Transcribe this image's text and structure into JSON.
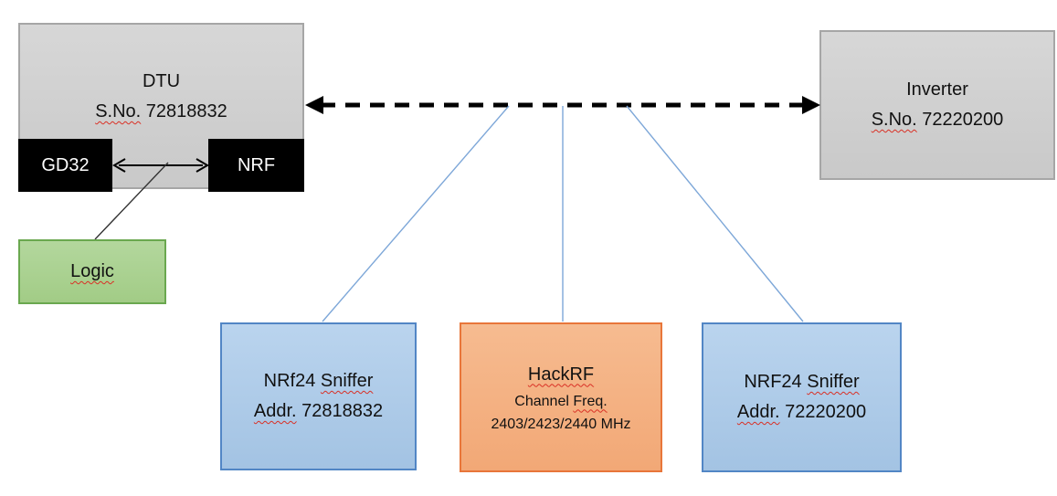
{
  "diagram": {
    "dtu": {
      "name": "DTU",
      "serial_label": "S.No.",
      "serial_value": "72818832"
    },
    "gd32": {
      "label": "GD32"
    },
    "nrf": {
      "label": "NRF"
    },
    "logic": {
      "label": "Logic"
    },
    "inverter": {
      "name": "Inverter",
      "serial_label": "S.No.",
      "serial_value": "72220200"
    },
    "sniffer_left": {
      "title_model": "NRf24",
      "title_word": "Sniffer",
      "addr_label": "Addr.",
      "addr_value": "72818832"
    },
    "hackrf": {
      "title": "HackRF",
      "channel_label": "Channel",
      "freq_label": "Freq.",
      "frequencies": "2403/2423/2440 MHz"
    },
    "sniffer_right": {
      "title_model": "NRF24",
      "title_word": "Sniffer",
      "addr_label": "Addr.",
      "addr_value": "72220200"
    },
    "colors": {
      "gray_fill": "#cecece",
      "gray_border": "#a6a6a6",
      "black_fill": "#000000",
      "green_fill": "#a9d18e",
      "green_border": "#6aa84f",
      "blue_fill": "#aecbea",
      "blue_border": "#5286c5",
      "orange_fill": "#f4b183",
      "orange_border": "#e8763a",
      "connector_blue": "#7da7d8",
      "arrow_black": "#000000",
      "squiggle_red": "#d93025"
    }
  }
}
